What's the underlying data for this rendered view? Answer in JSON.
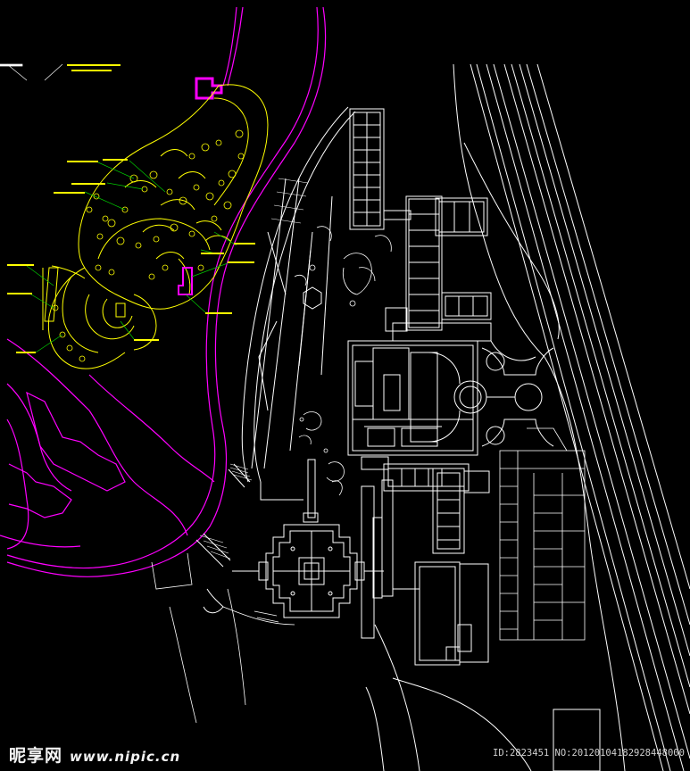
{
  "colors": {
    "background": "#000000",
    "building_lines": "#ffffff",
    "landscape_lines": "#ffff00",
    "boundary_lines": "#ff00ff",
    "annotation_leaders": "#00cc00",
    "watermark_text": "#f4f4f4"
  },
  "watermark": {
    "logo_cn": "昵享网",
    "logo_url": "www.nipic.cn",
    "id_text": "ID:2823451 NO:20120104182928448000"
  }
}
